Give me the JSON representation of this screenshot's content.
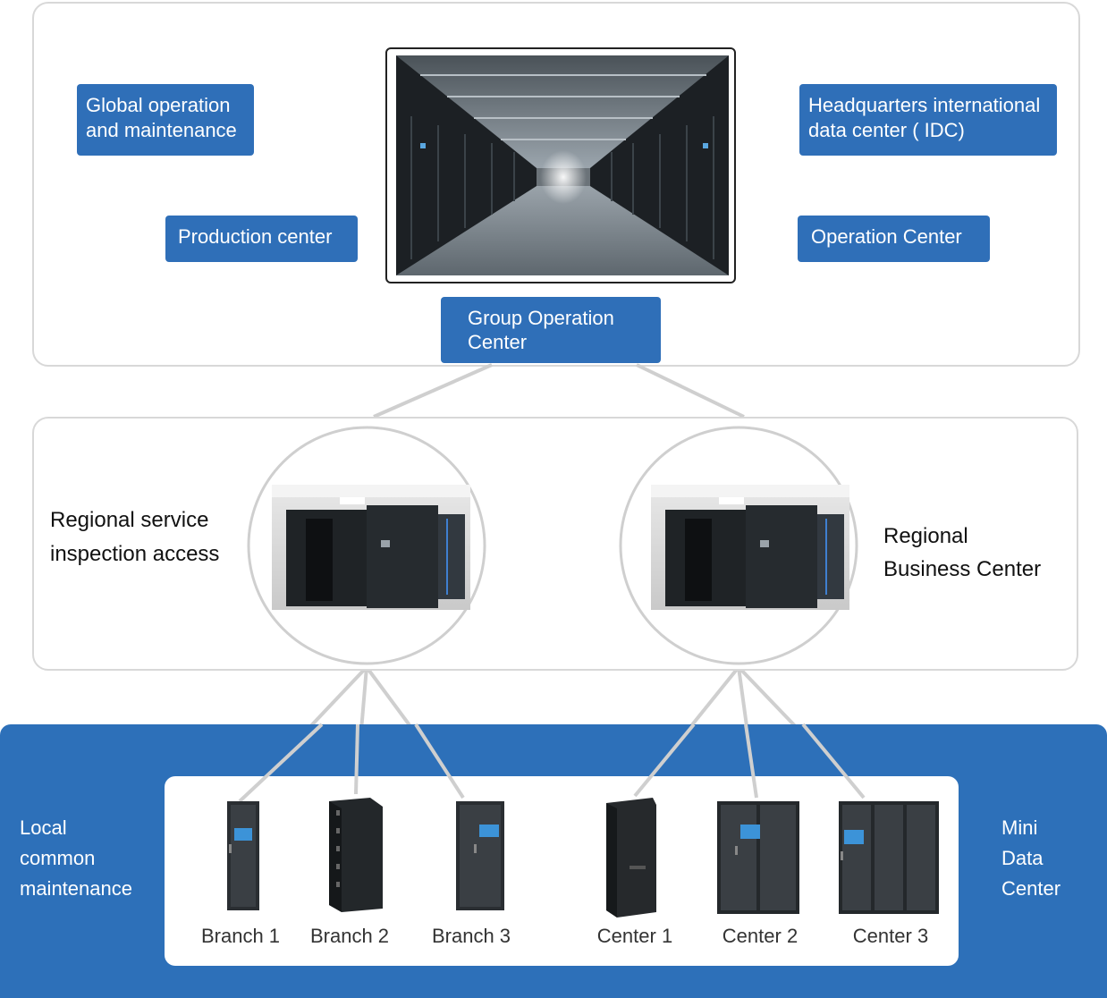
{
  "top": {
    "global_operation": "Global operation\nand maintenance",
    "production_center": "Production center",
    "headquarters_idc": "Headquarters international\ndata center ( IDC)",
    "operation_center": "Operation Center",
    "group_operation_center": "Group Operation\nCenter"
  },
  "middle": {
    "regional_service": "Regional service\ninspection access",
    "regional_business": "Regional\nBusiness Center"
  },
  "bottom": {
    "local_common": "Local\ncommon\nmaintenance",
    "mini_data_center": "Mini\nData\nCenter",
    "cabinets": [
      "Branch 1",
      "Branch 2",
      "Branch 3",
      "Center 1",
      "Center 2",
      "Center 3"
    ]
  },
  "colors": {
    "brand_blue": "#2f6fb8",
    "band_blue": "#2d70b9",
    "panel_border": "#d8d8d8"
  }
}
